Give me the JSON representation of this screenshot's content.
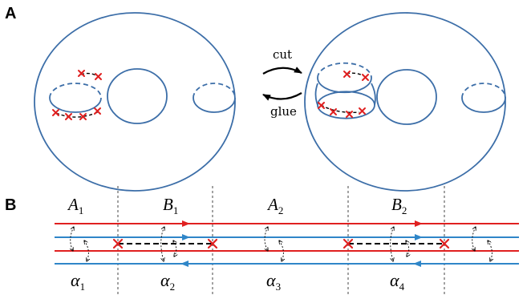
{
  "panels": {
    "a": "A",
    "b": "B"
  },
  "actions": {
    "cut": "cut",
    "glue": "glue"
  },
  "segments_top": [
    {
      "base": "A",
      "sub": "1"
    },
    {
      "base": "B",
      "sub": "1"
    },
    {
      "base": "A",
      "sub": "2"
    },
    {
      "base": "B",
      "sub": "2"
    }
  ],
  "segments_bottom": [
    {
      "base": "α",
      "sub": "1"
    },
    {
      "base": "α",
      "sub": "2"
    },
    {
      "base": "α",
      "sub": "3"
    },
    {
      "base": "α",
      "sub": "4"
    }
  ],
  "colors": {
    "surface": "#3c6ea8",
    "red_line": "#e02020",
    "blue_line": "#2f86c8",
    "marker": "#e02020"
  }
}
